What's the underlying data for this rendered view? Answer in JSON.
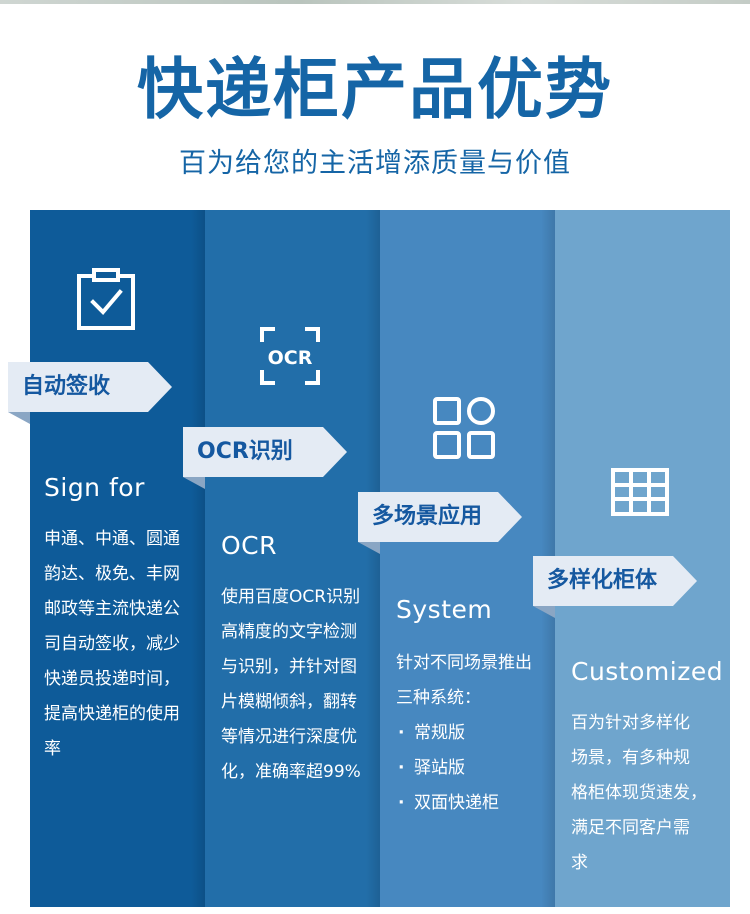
{
  "title": "快递柜产品优势",
  "subtitle": "百为给您的主活增添质量与价值",
  "columns": [
    {
      "tag": "自动签收",
      "heading": "Sign for",
      "icon": "clipboard-check-icon",
      "lines": [
        "申通、中通、圆通",
        "韵达、极免、丰网",
        "邮政等主流快递公",
        "司自动签收，减少",
        "快递员投递时间，",
        "提高快递柜的使用",
        "率"
      ]
    },
    {
      "tag": "OCR识别",
      "heading": "OCR",
      "icon": "ocr-scan-icon",
      "icon_text": "OCR",
      "lines": [
        "使用百度OCR识别",
        "高精度的文字检测",
        "与识别，并针对图",
        "片模糊倾斜，翻转",
        "等情况进行深度优",
        "化，准确率超99%"
      ]
    },
    {
      "tag": "多场景应用",
      "heading": "System",
      "icon": "apps-grid-icon",
      "lines": [
        "针对不同场景推出",
        "三种系统："
      ],
      "items": [
        "常规版",
        "驿站版",
        "双面快递柜"
      ]
    },
    {
      "tag": "多样化柜体",
      "heading": "Customized",
      "icon": "locker-grid-icon",
      "lines": [
        "百为针对多样化",
        "场景，有多种规",
        "格柜体现货速发，",
        "满足不同客户需",
        "求"
      ]
    }
  ],
  "colors": {
    "title": "#1565a6",
    "col1": "#0e5b99",
    "col2": "#226ea9",
    "col3": "#4788c0",
    "col4": "#6fa5cd",
    "tag_bg": "#e4ebf4",
    "tag_text": "#1558a0"
  }
}
